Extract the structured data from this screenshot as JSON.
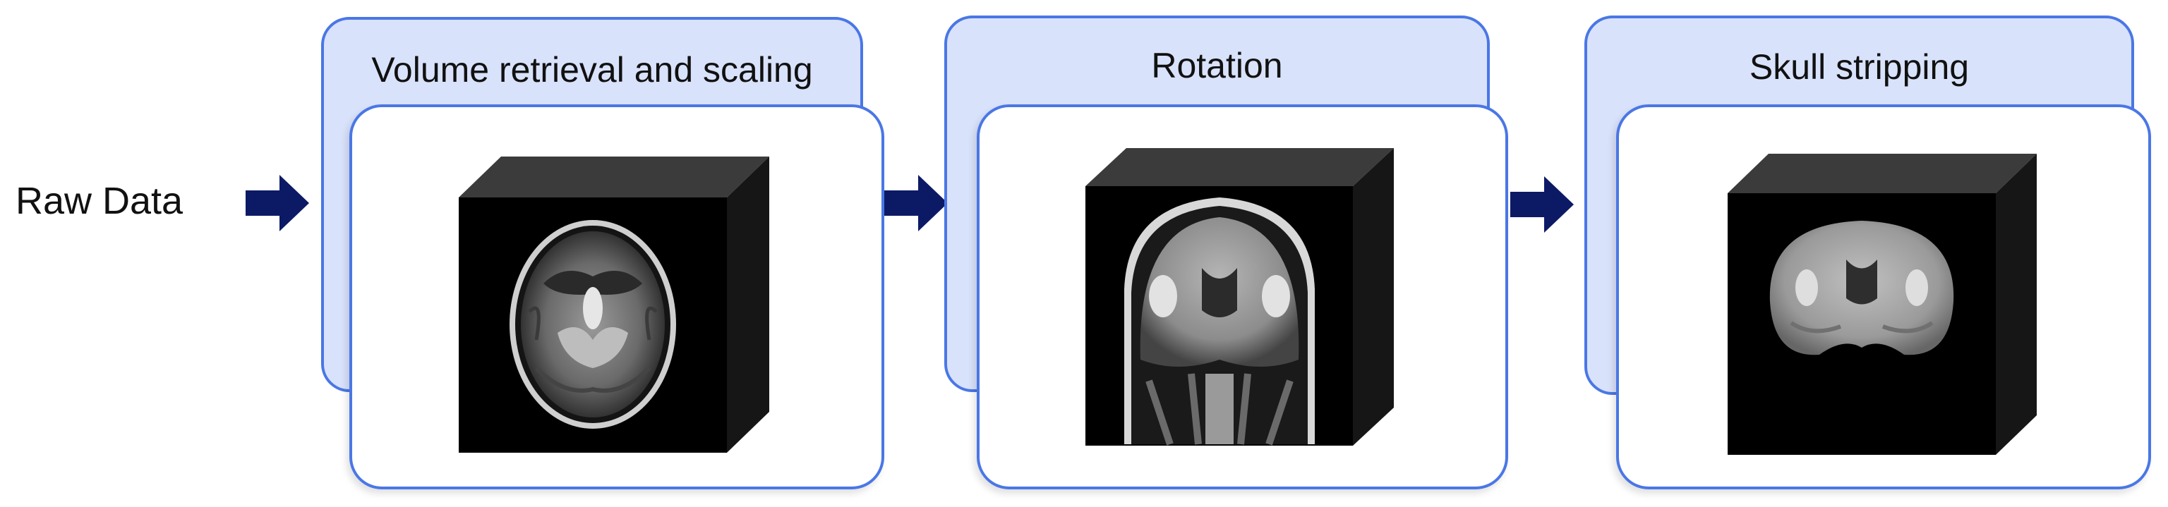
{
  "input": {
    "label": "Raw Data"
  },
  "stages": [
    {
      "title": "Volume retrieval and scaling",
      "image_icon": "axial-brain-mri-volume-icon"
    },
    {
      "title": "Rotation",
      "image_icon": "coronal-brain-mri-volume-icon"
    },
    {
      "title": "Skull stripping",
      "image_icon": "skull-stripped-brain-volume-icon"
    }
  ],
  "colors": {
    "card_fill": "#d9e2fb",
    "card_border": "#4a77e6",
    "arrow": "#0c1a66",
    "volume": "#000000",
    "volume_top": "#3b3b3b",
    "volume_side": "#161616"
  }
}
